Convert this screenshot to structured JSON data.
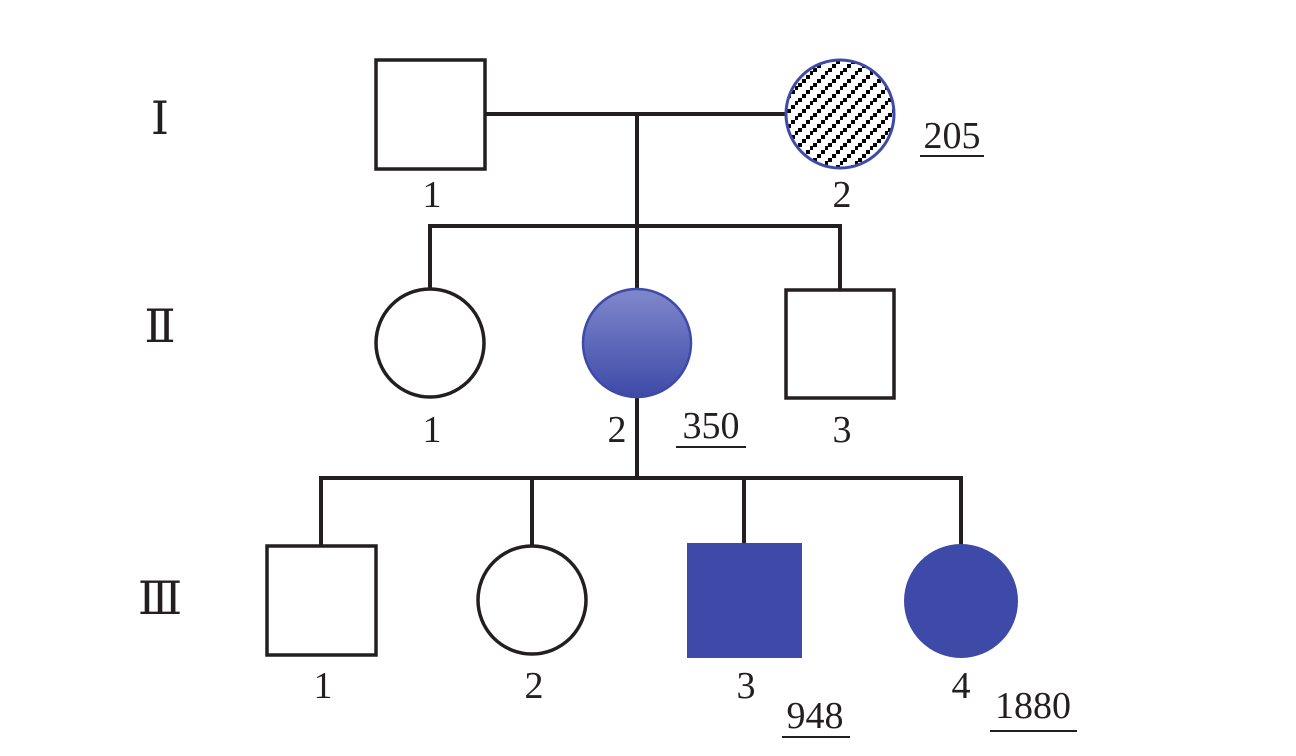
{
  "generations": {
    "I": "Ⅰ",
    "II": "Ⅱ",
    "III": "Ⅲ"
  },
  "individuals": {
    "I-1": {
      "number": "1",
      "sex": "male",
      "status": "unaffected"
    },
    "I-2": {
      "number": "2",
      "sex": "female",
      "status": "hatched",
      "value": "205"
    },
    "II-1": {
      "number": "1",
      "sex": "female",
      "status": "unaffected"
    },
    "II-2": {
      "number": "2",
      "sex": "female",
      "status": "affected",
      "value": "350"
    },
    "II-3": {
      "number": "3",
      "sex": "male",
      "status": "unaffected"
    },
    "III-1": {
      "number": "1",
      "sex": "male",
      "status": "unaffected"
    },
    "III-2": {
      "number": "2",
      "sex": "female",
      "status": "unaffected"
    },
    "III-3": {
      "number": "3",
      "sex": "male",
      "status": "affected",
      "value": "948"
    },
    "III-4": {
      "number": "4",
      "sex": "female",
      "status": "affected",
      "value": "1880"
    }
  },
  "colors": {
    "affected": "#3e4aa8",
    "affected_light": "#8088cc",
    "line": "#231f20",
    "hatch_outline": "#3e4aa8"
  }
}
